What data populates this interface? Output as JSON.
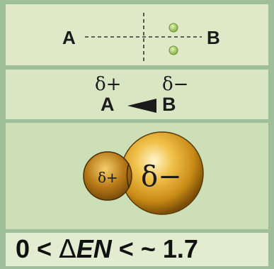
{
  "panel1": {
    "left_atom": "A",
    "right_atom": "B"
  },
  "panel2": {
    "partial_positive": "δ+",
    "partial_negative": "δ−",
    "left_atom": "A",
    "right_atom": "B"
  },
  "panel3": {
    "partial_positive": "δ+",
    "partial_negative": "δ−"
  },
  "panel4": {
    "lower": "0",
    "lt1": "<",
    "delta": "Δ",
    "symbol": "EN",
    "lt2": "<",
    "approx": "~",
    "upper": "1.7"
  },
  "colors": {
    "green_dot": "#9ec95b",
    "sphere_gold": "#e4a92c",
    "bond_wedge": "#1b1b1b"
  }
}
